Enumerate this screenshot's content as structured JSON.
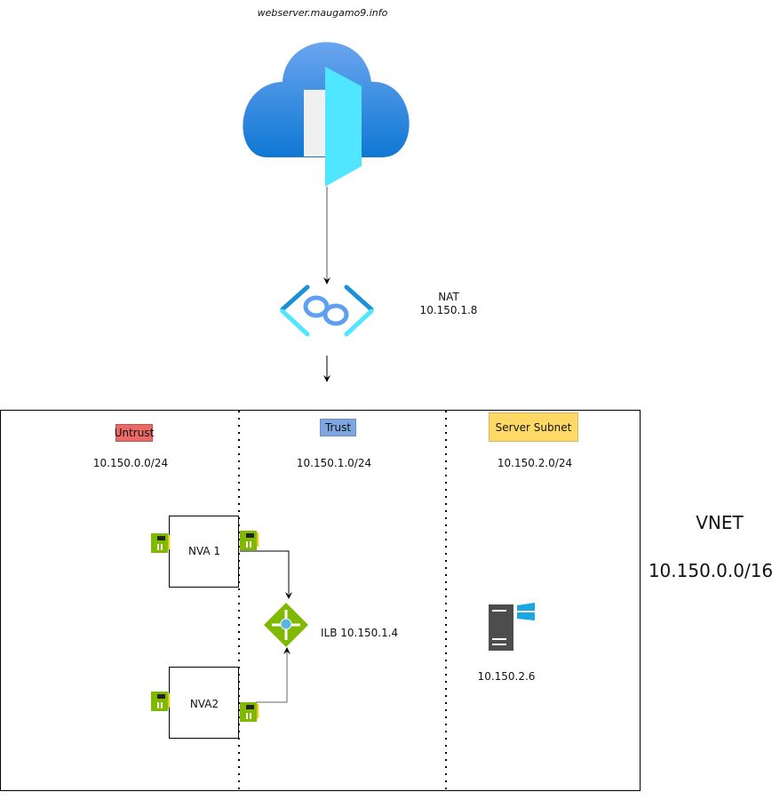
{
  "public": {
    "hostname": "webserver.maugamo9.info"
  },
  "nat": {
    "label": "NAT",
    "ip": "10.150.1.8"
  },
  "subnets": [
    {
      "name": "Untrust",
      "cidr": "10.150.0.0/24",
      "color": "#ea6b66"
    },
    {
      "name": "Trust",
      "cidr": "10.150.1.0/24",
      "color": "#7ea6e0"
    },
    {
      "name": "Server Subnet",
      "cidr": "10.150.2.0/24",
      "color": "#ffd966"
    }
  ],
  "nvas": [
    {
      "label": "NVA 1"
    },
    {
      "label": "NVA2"
    }
  ],
  "ilb": {
    "label": "ILB 10.150.1.4"
  },
  "server": {
    "ip": "10.150.2.6"
  },
  "vnet": {
    "label": "VNET",
    "cidr": "10.150.0.0/16"
  }
}
